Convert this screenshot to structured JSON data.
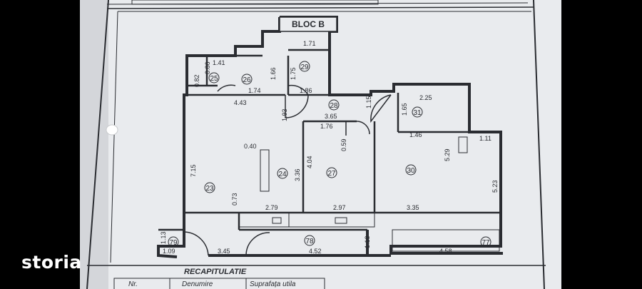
{
  "header": {
    "block_label": "BLOC B"
  },
  "rooms": [
    {
      "id": "23",
      "name": "room-23"
    },
    {
      "id": "24",
      "name": "room-24"
    },
    {
      "id": "25",
      "name": "room-25"
    },
    {
      "id": "26",
      "name": "room-26"
    },
    {
      "id": "27",
      "name": "room-27"
    },
    {
      "id": "28",
      "name": "room-28"
    },
    {
      "id": "29",
      "name": "room-29"
    },
    {
      "id": "30",
      "name": "room-30"
    },
    {
      "id": "31",
      "name": "room-31"
    },
    {
      "id": "77",
      "name": "room-77"
    },
    {
      "id": "78",
      "name": "room-78"
    },
    {
      "id": "79",
      "name": "room-79"
    }
  ],
  "dimensions": [
    "1.71",
    "1.41",
    "0.86",
    "0.82",
    "1.66",
    "1.75",
    "1.74",
    "1.86",
    "4.43",
    "1.93",
    "3.65",
    "1.15",
    "2.25",
    "1.65",
    "1.46",
    "1.11",
    "1.76",
    "0.59",
    "5.29",
    "0.40",
    "4.04",
    "3.36",
    "7.15",
    "5.23",
    "0.73",
    "2.79",
    "2.97",
    "3.35",
    "1.13",
    "1.09",
    "3.45",
    "4.52",
    "1.13",
    "4.58"
  ],
  "summary": {
    "title": "RECAPITULATIE",
    "col_nr": "Nr.",
    "col_name": "Denumire",
    "col_area": "Suprafața utila"
  },
  "watermark": {
    "brand": "storia",
    "accent_color": "#ffffff"
  },
  "colors": {
    "paper": "#e9ebee",
    "ink": "#2a2c31",
    "background": "#000000"
  }
}
